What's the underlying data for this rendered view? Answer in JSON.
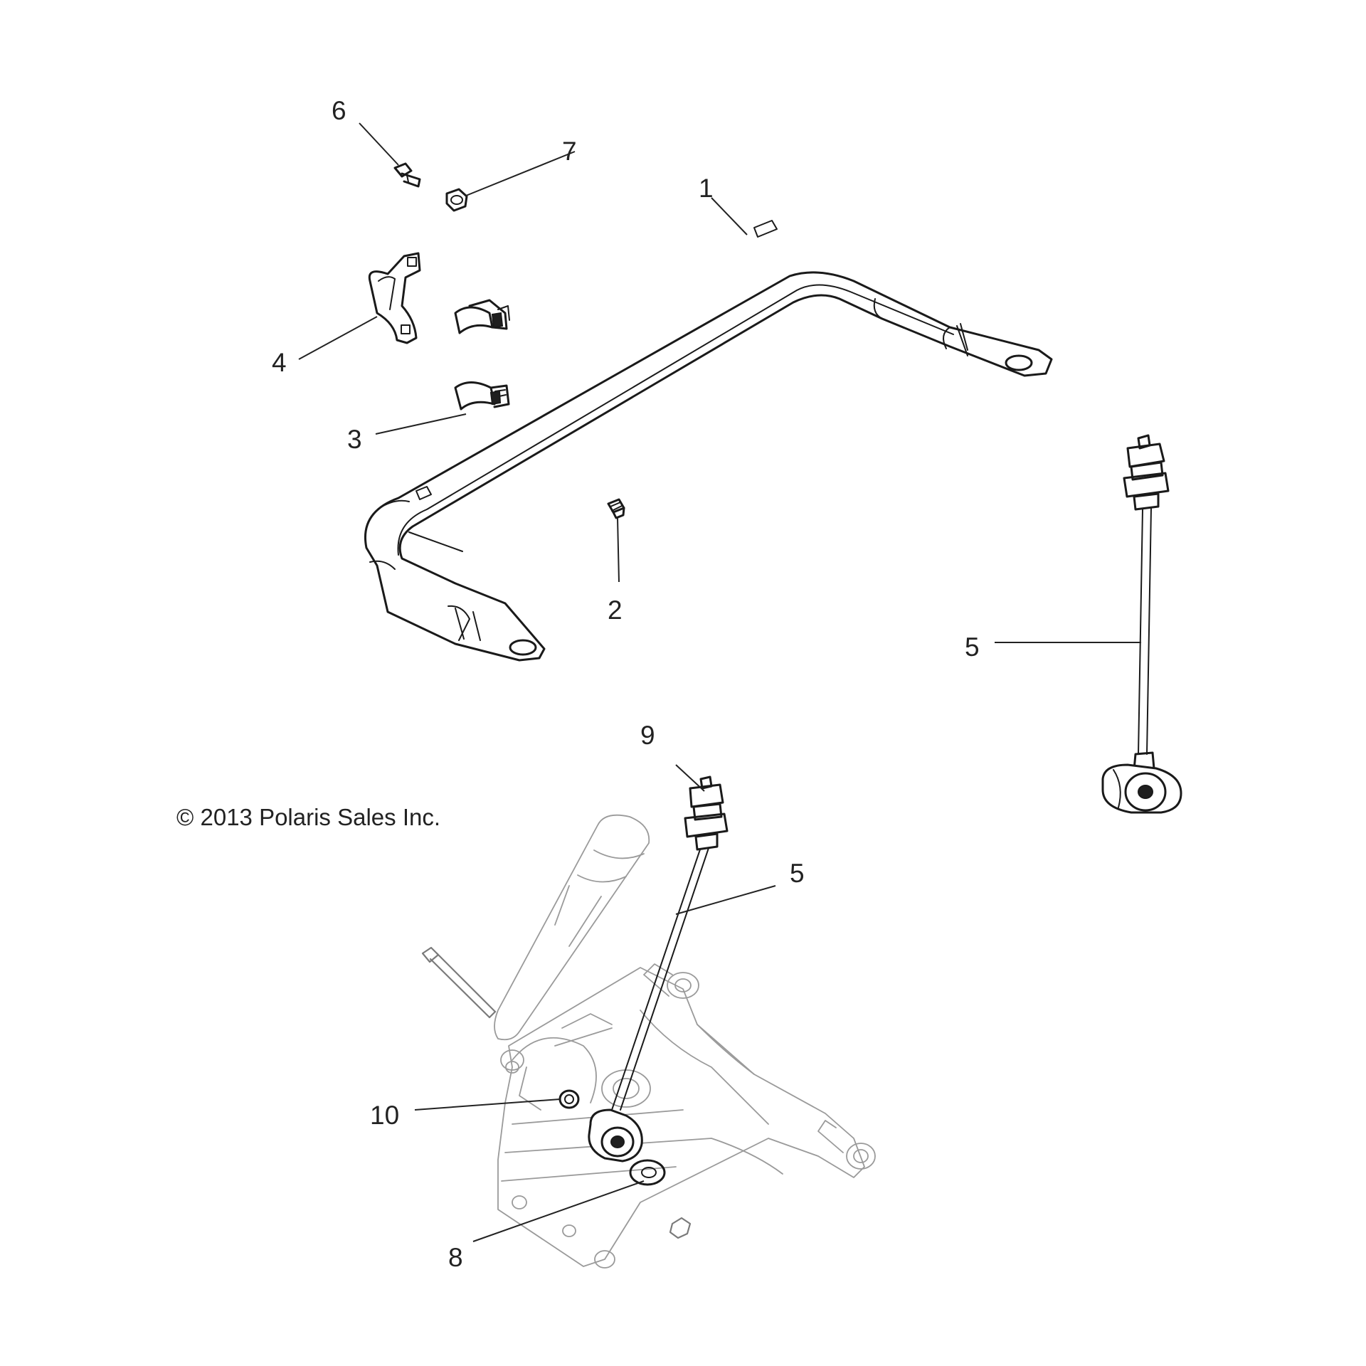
{
  "copyright": "© 2013 Polaris Sales Inc.",
  "callouts": {
    "c1": "1",
    "c2": "2",
    "c3": "3",
    "c4": "4",
    "c5a": "5",
    "c5b": "5",
    "c6": "6",
    "c7": "7",
    "c8": "8",
    "c9": "9",
    "c10": "10"
  },
  "colors": {
    "line": "#1a1a1a",
    "ghost": "#9a9a9a",
    "background": "#ffffff"
  }
}
